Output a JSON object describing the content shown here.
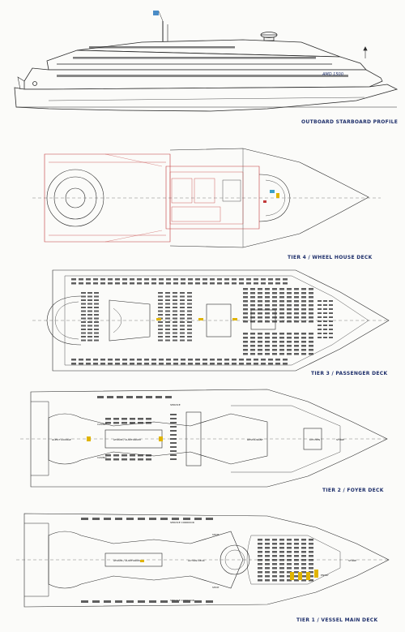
{
  "sheet": {
    "ship_name": "AMD 1500",
    "panels": [
      {
        "id": "profile",
        "label": "OUTBOARD STARBOARD PROFILE"
      },
      {
        "id": "tier4",
        "label": "TIER 4 / WHEEL HOUSE DECK"
      },
      {
        "id": "tier3",
        "label": "TIER 3 / PASSENGER DECK"
      },
      {
        "id": "tier2",
        "label": "TIER 2 / FOYER DECK"
      },
      {
        "id": "tier1",
        "label": "TIER 1 / VESSEL MAIN DECK"
      }
    ],
    "room_labels": {
      "tier2": [
        "GUEST LOUNGE",
        "ATRIUM / AUDITORIUM",
        "CASINO",
        "CASINO",
        "RESTAURANT",
        "KITCHEN",
        "STORE",
        "SERVICE"
      ],
      "tier1": [
        "ATRIUM / AUDITORIUM",
        "SERVICE CORRIDOR",
        "SERVICE CORRIDOR",
        "SHOP",
        "SHOP",
        "ACTION DECK",
        "STORE",
        "ENTRY"
      ]
    }
  },
  "colors": {
    "line": "#2a2a2a",
    "label": "#1e2f6b",
    "red_outline": "#c23a3a",
    "yellow_note": "#e0b400",
    "cyan_note": "#3aa0c8",
    "flag_blue": "#4a8cc7"
  }
}
